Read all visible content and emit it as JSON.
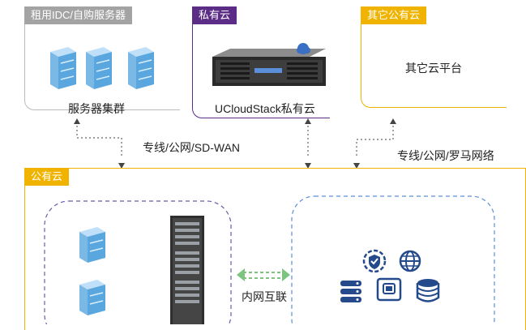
{
  "idc": {
    "tag": "租用IDC/自购服务器",
    "caption": "服务器集群",
    "tag_color": "#a3a3a3"
  },
  "private_cloud": {
    "tag": "私有云",
    "caption": "UCloudStack私有云",
    "tag_color": "#5b2d86"
  },
  "other_cloud": {
    "tag": "其它公有云",
    "caption": "其它云平台",
    "tag_color": "#f0b400"
  },
  "links": {
    "left": "专线/公网/SD-WAN",
    "right": "专线/公网/罗马网络",
    "internal": "内网互联"
  },
  "public_cloud": {
    "tag": "公有云",
    "tag_color": "#f0b400"
  },
  "colors": {
    "server_blue": "#5aa7e0",
    "service_navy": "#244a8c",
    "dashed_purple": "#6d5aa8",
    "dashed_blue": "#5b8fd6",
    "link_green": "#7cc47f"
  },
  "icons": [
    "server-icon",
    "rack-server-icon",
    "gear-shield-icon",
    "globe-icon",
    "storage-icon",
    "id-card-icon",
    "database-icon"
  ]
}
